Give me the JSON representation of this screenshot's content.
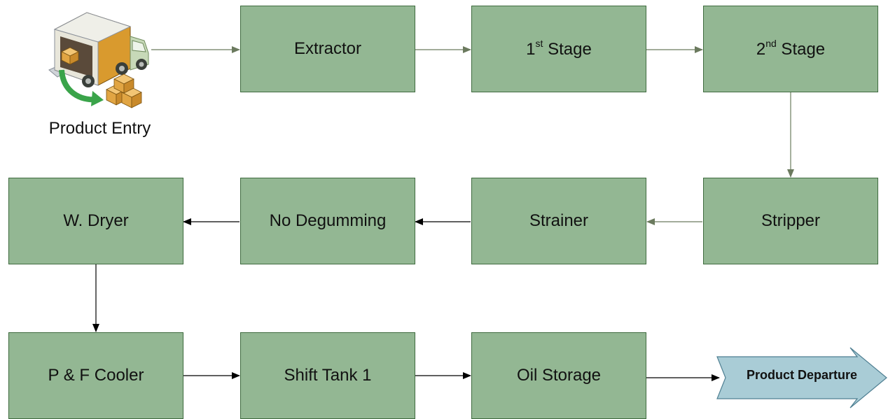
{
  "diagram": {
    "entry_label": "Product Entry",
    "departure_label": "Product Departure",
    "nodes": {
      "extractor": "Extractor",
      "stage1_prefix": "1",
      "stage1_sup": "st",
      "stage1_suffix": " Stage",
      "stage2_prefix": "2",
      "stage2_sup": "nd",
      "stage2_suffix": " Stage",
      "stripper": "Stripper",
      "strainer": "Strainer",
      "no_degumming": "No Degumming",
      "w_dryer": "W. Dryer",
      "pf_cooler": "P & F Cooler",
      "shift_tank": "Shift Tank 1",
      "oil_storage": "Oil Storage"
    },
    "icons": {
      "entry": "delivery-truck-icon",
      "departure": "arrow-right-icon"
    }
  },
  "colors": {
    "box_fill": "#93b793",
    "box_border": "#3f6b3f",
    "arrow_green": "#6b7a5e",
    "arrow_black": "#000000",
    "departure_fill": "#a9ccd6"
  }
}
